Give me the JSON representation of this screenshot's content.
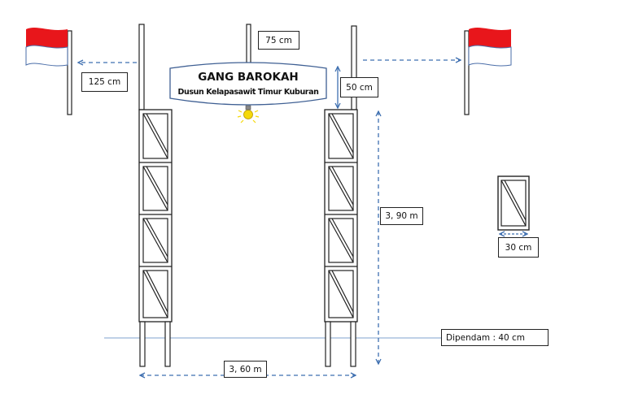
{
  "sign": {
    "title": "GANG BAROKAH",
    "subtitle": "Dusun Kelapasawit Timur Kuburan"
  },
  "dimensions": {
    "top_pole": "75 cm",
    "flag_offset": "125 cm",
    "banner_height": "50 cm",
    "height": "3, 90 m",
    "width": "3, 60 m",
    "detail_width": "30 cm",
    "buried": "Dipendam : 40 cm"
  },
  "colors": {
    "flag_red": "#e8161b",
    "dim_arrow": "#3e6fb0",
    "ground_line": "#7fa3cf",
    "bulb": "#f5d90a"
  },
  "icons": {
    "lamp": "light-bulb-icon",
    "flag": "indonesian-flag-icon"
  }
}
